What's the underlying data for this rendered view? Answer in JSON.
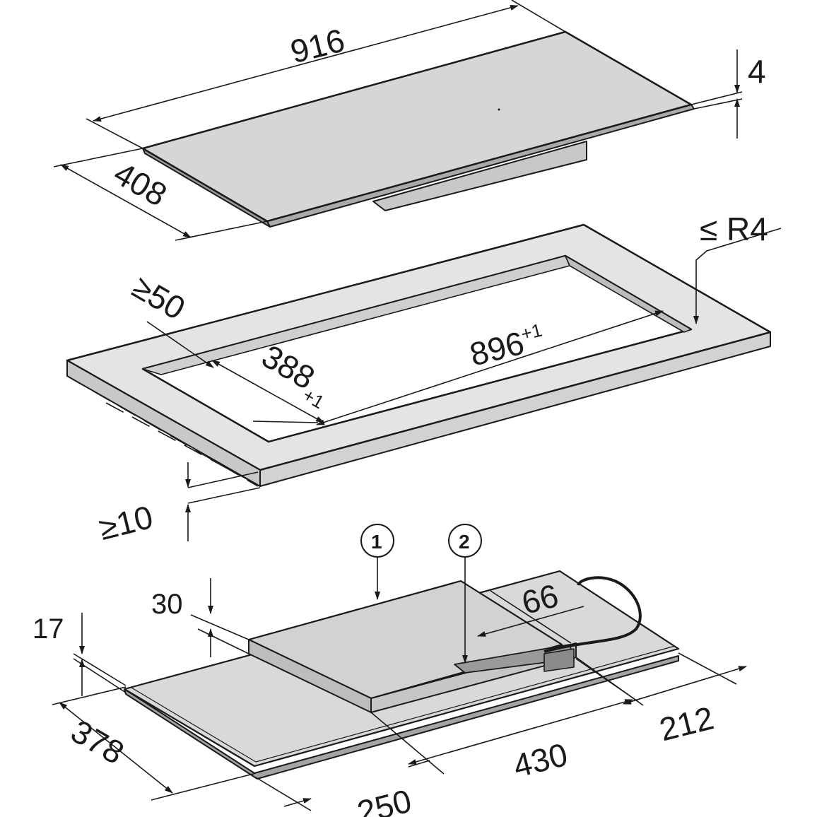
{
  "hob": {
    "width": "916",
    "depth": "408",
    "glass_thickness": "4"
  },
  "cutout": {
    "corner_radius": "≤ R4",
    "min_front_edge": "≥50",
    "width_base": "896",
    "width_tol": "+1",
    "depth_base": "388",
    "depth_tol": "+1",
    "min_worktop_thickness": "≥10"
  },
  "underside": {
    "callouts": [
      "1",
      "2"
    ],
    "height_main": "30",
    "height_edge": "17",
    "depth": "378",
    "offset_front": "250",
    "box_length": "430",
    "rear_offset": "212",
    "connection_width": "66"
  },
  "colors": {
    "line": "#1a1a1a",
    "top_face": "#d6d6d6",
    "side_face": "#c4c4c4",
    "dark_face": "#9a9a9a",
    "worktop_face": "#e1e1e1"
  }
}
